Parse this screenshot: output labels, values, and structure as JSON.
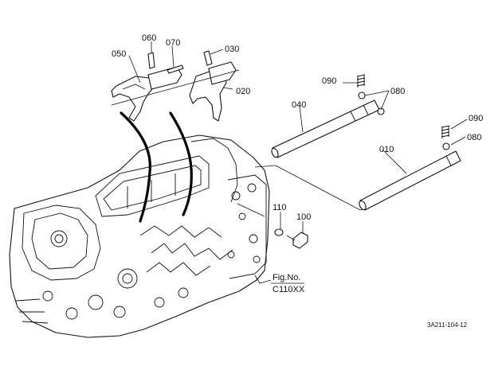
{
  "parts": [
    {
      "no": "050"
    },
    {
      "no": "060"
    },
    {
      "no": "070"
    },
    {
      "no": "030"
    },
    {
      "no": "020"
    },
    {
      "no": "090"
    },
    {
      "no": "080"
    },
    {
      "no": "040"
    },
    {
      "no": "090"
    },
    {
      "no": "080"
    },
    {
      "no": "010"
    },
    {
      "no": "110"
    },
    {
      "no": "100"
    }
  ],
  "fig_label": {
    "line1": "Fig.No.",
    "line2": "C110XX"
  },
  "drawing_code": "3A211-104-12"
}
